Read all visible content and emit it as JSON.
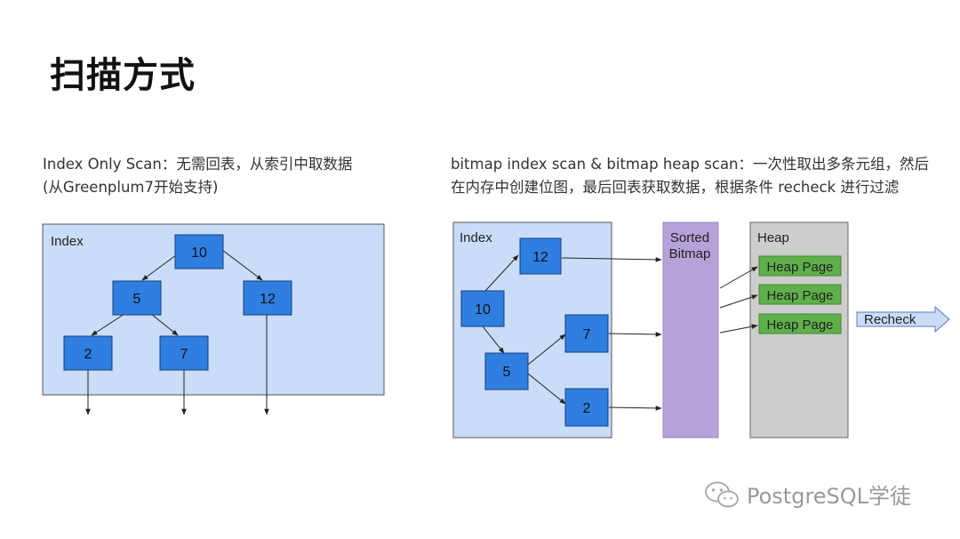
{
  "title": "扫描方式",
  "left": {
    "desc_line1": "Index Only Scan：无需回表，从索引中取数据",
    "desc_line2": "(从Greenplum7开始支持)",
    "index_label": "Index",
    "nodes": [
      "10",
      "5",
      "12",
      "2",
      "7"
    ]
  },
  "right": {
    "desc_line1": "bitmap index scan & bitmap heap scan：一次性取出多条元组，然后",
    "desc_line2": "在内存中创建位图，最后回表获取数据，根据条件 recheck 进行过滤",
    "index_label": "Index",
    "nodes": [
      "12",
      "10",
      "7",
      "5",
      "2"
    ],
    "bitmap_label_1": "Sorted",
    "bitmap_label_2": "Bitmap",
    "heap_label": "Heap",
    "heap_pages": [
      "Heap Page",
      "Heap Page",
      "Heap Page"
    ],
    "recheck_label": "Recheck"
  },
  "watermark": "PostgreSQL学徒",
  "colors": {
    "index_bg": "#c9dcf8",
    "node_fill": "#2f7fe0",
    "bitmap_fill": "#b4a2d8",
    "heap_fill": "#cdcdcd",
    "page_fill": "#5fb04a",
    "recheck_fill": "#c9dcf8"
  }
}
